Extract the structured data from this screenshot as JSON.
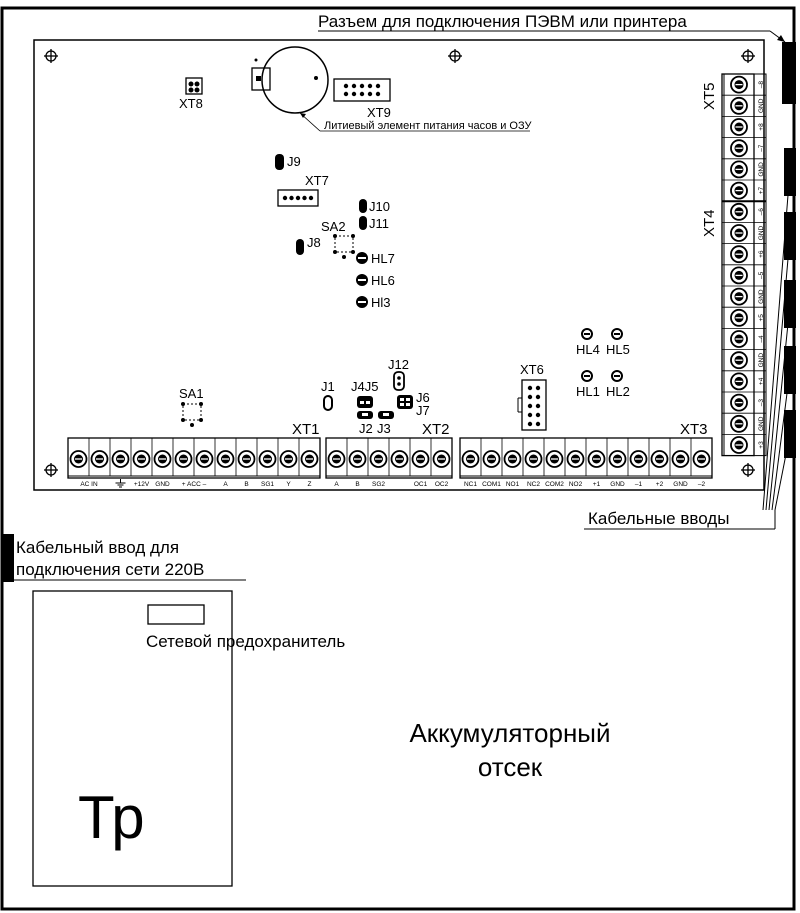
{
  "callouts": {
    "connector": "Разъем для подключения ПЭВМ или принтера",
    "battery": "Литиевый элемент питания часов и ОЗУ",
    "cable_entries": "Кабельные вводы",
    "mains_entry_line1": "Кабельный ввод для",
    "mains_entry_line2": "подключения сети 220В",
    "fuse": "Сетевой предохранитель",
    "battery_bay_line1": "Аккумуляторный",
    "battery_bay_line2": "отсек",
    "transformer": "Тр"
  },
  "designators": {
    "xt1": "XT1",
    "xt2": "XT2",
    "xt3": "XT3",
    "xt4": "XT4",
    "xt5": "XT5",
    "xt6": "XT6",
    "xt7": "XT7",
    "xt8": "XT8",
    "xt9": "XT9",
    "j1": "J1",
    "j2": "J2",
    "j3": "J3",
    "j45": "J4J5",
    "j6": "J6",
    "j7": "J7",
    "j8": "J8",
    "j9": "J9",
    "j10": "J10",
    "j11": "J11",
    "j12": "J12",
    "sa1": "SA1",
    "sa2": "SA2",
    "hl7": "HL7",
    "hl6": "HL6",
    "hl3": "Hl3",
    "hl4": "HL4",
    "hl5": "HL5",
    "hl1": "HL1",
    "hl2": "HL2"
  },
  "terminals": {
    "bottom_left": [
      "AC IN",
      "",
      "+12V",
      "GND",
      "+ ACC –",
      "A",
      "B",
      "SG1",
      "Y",
      "Z"
    ],
    "bottom_mid": [
      "A",
      "B",
      "SG2",
      "OC1",
      "OC2"
    ],
    "bottom_right": [
      "NC1",
      "COM1",
      "NO1",
      "NC2",
      "COM2",
      "NO2",
      "+1",
      "GND",
      "–1",
      "+2",
      "GND",
      "–2"
    ],
    "right": [
      "–8",
      "GND",
      "+8",
      "–7",
      "GND",
      "+7",
      "–6",
      "GND",
      "+6",
      "–5",
      "GND",
      "+5",
      "–4",
      "GND",
      "+4",
      "–3",
      "GND",
      "+3"
    ]
  }
}
